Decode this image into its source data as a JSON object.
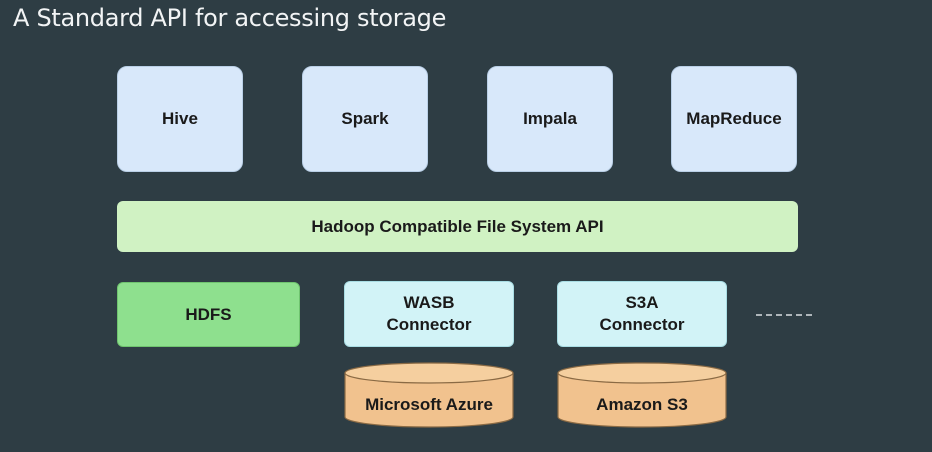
{
  "title": "A Standard API for accessing storage",
  "engines": [
    "Hive",
    "Spark",
    "Impala",
    "MapReduce"
  ],
  "api_layer": "Hadoop Compatible File System API",
  "storage": {
    "hdfs": "HDFS",
    "wasb": {
      "line1": "WASB",
      "line2": "Connector"
    },
    "s3a": {
      "line1": "S3A",
      "line2": "Connector"
    }
  },
  "backends": {
    "azure": "Microsoft Azure",
    "s3": "Amazon S3"
  },
  "colors": {
    "background": "#2e3d44",
    "engine_fill": "#d8e8fa",
    "api_fill": "#d0f2c3",
    "hdfs_fill": "#8ee08e",
    "connector_fill": "#d2f3f7",
    "cylinder_fill": "#f1c28e"
  }
}
